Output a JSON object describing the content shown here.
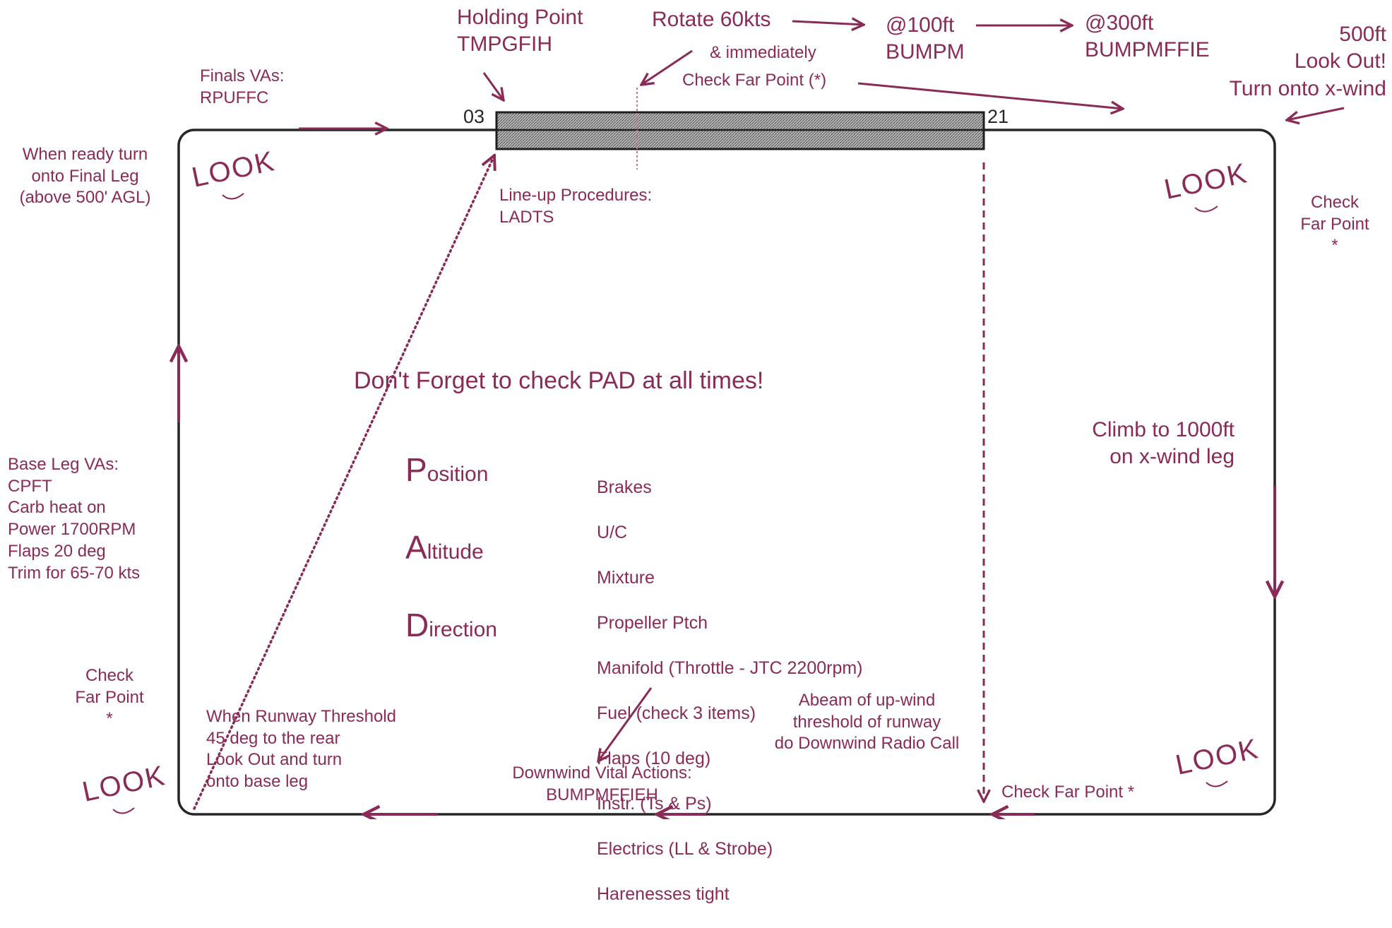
{
  "colors": {
    "ink": "#8a2b57",
    "runway_fill": "#8f8f8f",
    "circuit_outline": "#262626"
  },
  "runway": {
    "left_number": "03",
    "right_number": "21"
  },
  "labels": {
    "holding_point": "Holding Point\nTMPGFIH",
    "rotate": "Rotate 60kts",
    "immediately": "& immediately",
    "check_far_point_star": "Check Far Point (*)",
    "at_100": "@100ft\nBUMPM",
    "at_300": "@300ft\nBUMPMFFIE",
    "at_500": "500ft\nLook Out!\nTurn onto x-wind",
    "finals_vas": "Finals VAs:\nRPUFFC",
    "turn_final": "When ready turn\nonto Final Leg\n(above 500' AGL)",
    "lineup": "Line-up Procedures:\nLADTS",
    "check_far_point_right": "Check\nFar Point\n*",
    "pad_reminder": "Don't Forget to check PAD at all times!",
    "climb": "Climb to 1000ft\non x-wind leg",
    "base_vas": "Base Leg VAs:\nCPFT\nCarb heat on\nPower 1700RPM\nFlaps 20 deg\nTrim for 65-70 kts",
    "check_far_point_left": "Check\nFar Point\n*",
    "threshold_45": "When Runway Threshold\n45 deg to the rear\nLook Out and turn\nonto base leg",
    "downwind_vas": "Downwind Vital Actions:\nBUMPMFFIEH",
    "abeam": "Abeam of up-wind\nthreshold of runway\ndo Downwind Radio Call",
    "check_far_point_bottom": "Check Far Point *",
    "look": "LOOK"
  },
  "pad": {
    "position": {
      "cap": "P",
      "rest": "osition"
    },
    "altitude": {
      "cap": "A",
      "rest": "ltitude"
    },
    "direction": {
      "cap": "D",
      "rest": "irection"
    }
  },
  "bumpm_items": [
    "Brakes",
    "U/C",
    "Mixture",
    "Propeller Ptch",
    "Manifold (Throttle - JTC 2200rpm)",
    "Fuel (check 3 items)",
    "Flaps (10 deg)",
    "Instr. (Ts & Ps)",
    "Electrics (LL & Strobe)",
    "Harenesses tight"
  ]
}
